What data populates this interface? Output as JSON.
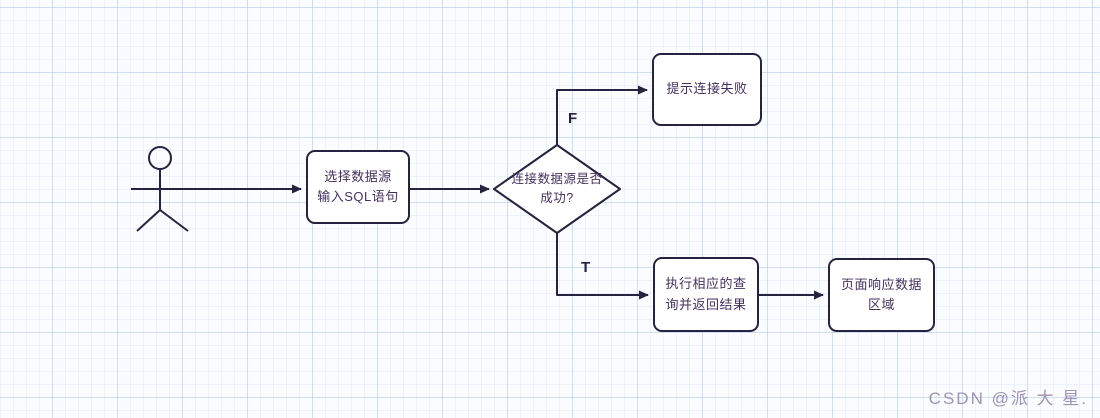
{
  "diagram": {
    "type": "flowchart",
    "actor": {
      "label": "user-stick-figure"
    },
    "nodes": [
      {
        "id": "input",
        "shape": "rounded-rect",
        "label": "选择数据源\n输入SQL语句"
      },
      {
        "id": "decision",
        "shape": "diamond",
        "label": "连接数据源是否\n成功?"
      },
      {
        "id": "fail",
        "shape": "rounded-rect",
        "label": "提示连接失败"
      },
      {
        "id": "query",
        "shape": "rounded-rect",
        "label": "执行相应的查\n询并返回结果"
      },
      {
        "id": "respond",
        "shape": "rounded-rect",
        "label": "页面响应数据\n区域"
      }
    ],
    "edges": [
      {
        "from": "actor",
        "to": "input",
        "label": ""
      },
      {
        "from": "input",
        "to": "decision",
        "label": ""
      },
      {
        "from": "decision",
        "to": "fail",
        "label": "F"
      },
      {
        "from": "decision",
        "to": "query",
        "label": "T"
      },
      {
        "from": "query",
        "to": "respond",
        "label": ""
      }
    ]
  },
  "watermark": "CSDN @派 大 星.",
  "colors": {
    "line": "#26223f",
    "node_text": "#42325f",
    "node_fill": "#ffffff",
    "watermark": "#9c94b5",
    "grid_major": "#e1e8f4",
    "grid_minor": "#eef3fa",
    "background": "#fbfcff"
  }
}
